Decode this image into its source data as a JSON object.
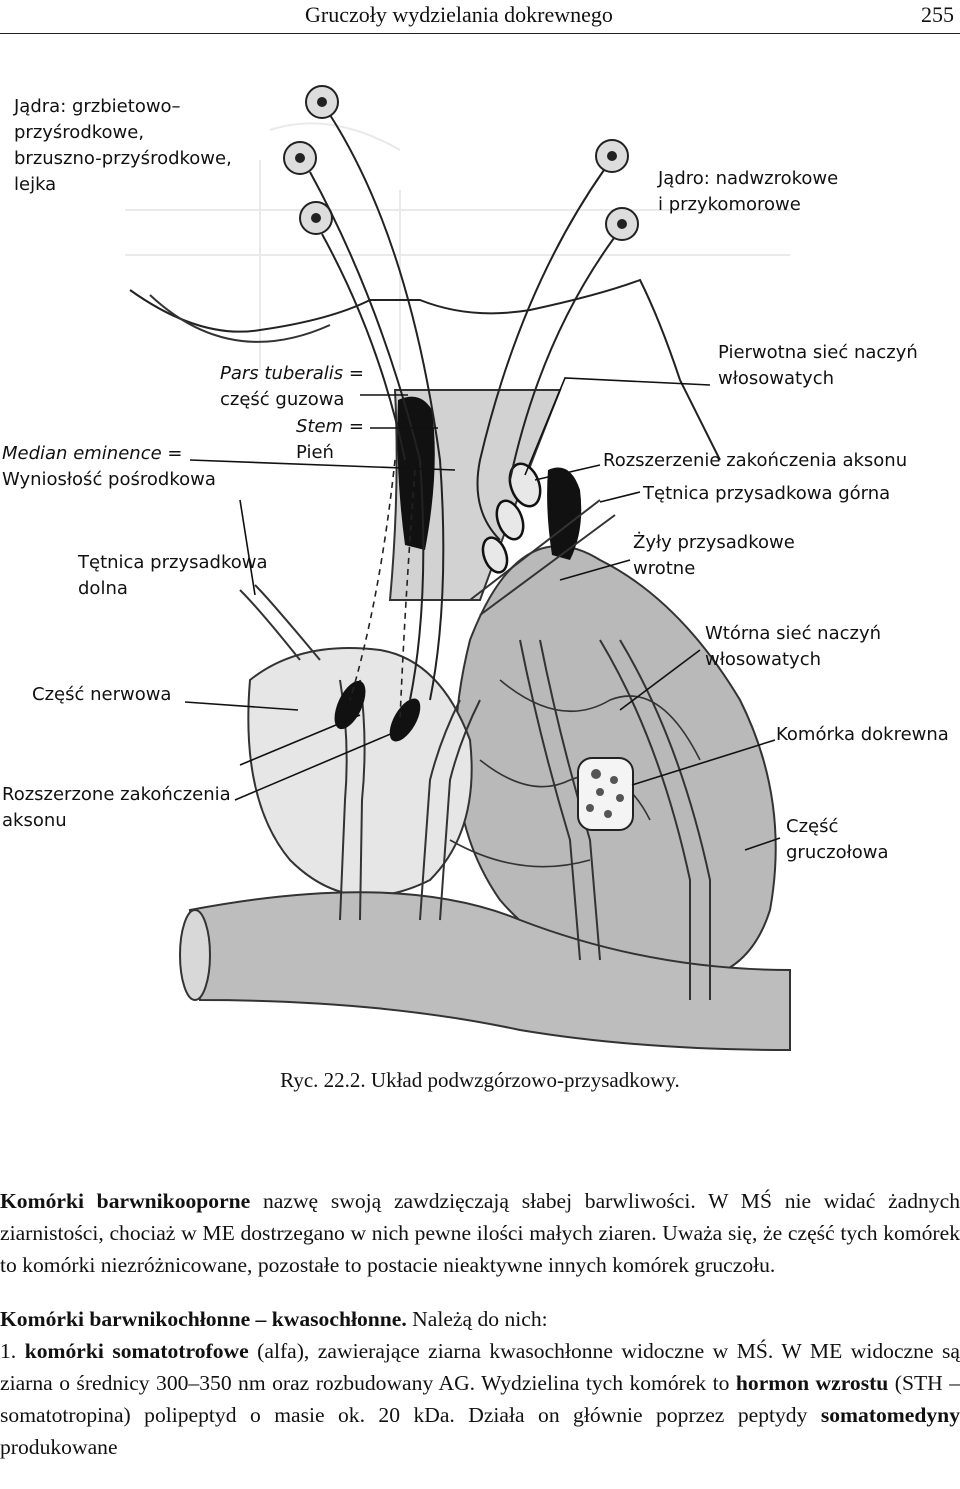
{
  "header": {
    "title": "Gruczoły wydzielania dokrewnego",
    "page_number": "255"
  },
  "figure": {
    "labels": {
      "nuclei_left": "Jądra: grzbietowo–\nprzyśrodkowe,\nbrzuszno-przyśrodkowe,\nlejka",
      "nuclei_right": "Jądro: nadwzrokowe\ni przykomorowe",
      "pars_tuberalis_en": "Pars tuberalis",
      "pars_tuberalis_pl": " =\nczęść guzowa",
      "stem_en": "Stem",
      "stem_pl": " =\nPień",
      "median_en": "Median eminence",
      "median_pl": " =\nWyniosłość pośrodkowa",
      "primary_capillary": "Pierwotna sieć naczyń\nwłosowatych",
      "axon_ending": "Rozszerzenie zakończenia aksonu",
      "superior_artery": "Tętnica przysadkowa górna",
      "portal_veins": "Żyły przysadkowe\nwrotne",
      "inferior_artery": "Tętnica przysadkowa\ndolna",
      "secondary_capillary": "Wtórna sieć naczyń\nwłosowatych",
      "neural_part": "Część nerwowa",
      "endocrine_cell": "Komórka dokrewna",
      "axon_endings_dilated": "Rozszerzone zakończenia\naksonu",
      "glandular_part": "Część\ngruczołowa"
    },
    "caption": "Ryc. 22.2. Układ podwzgórzowo-przysadkowy."
  },
  "body": {
    "p1_bold": "Komórki barwnikooporne",
    "p1_text": " nazwę swoją zawdzięczają słabej barwliwości. W MŚ nie widać żadnych ziarnistości, chociaż w ME dostrzegano w nich pewne ilości małych ziaren. Uważa się, że część tych komórek to komórki niezróżnicowane, pozostałe to postacie nieaktywne innych komórek gruczołu.",
    "p2_bold": "Komórki barwnikochłonne – kwasochłonne.",
    "p2_text": " Należą do nich:",
    "p3_num": "1. ",
    "p3_bold1": "komórki somatotrofowe",
    "p3_text1": " (alfa), zawierające ziarna kwasochłonne widoczne w MŚ. W ME widoczne są ziarna o średnicy 300–350 nm oraz rozbudowany AG. Wydzielina tych komórek to ",
    "p3_bold2": "hormon wzrostu",
    "p3_text2": " (STH – somatotropina) polipeptyd o masie ok. 20 kDa. Działa on głównie poprzez peptydy ",
    "p3_bold3": "somatomedyny",
    "p3_text3": " produkowane"
  }
}
